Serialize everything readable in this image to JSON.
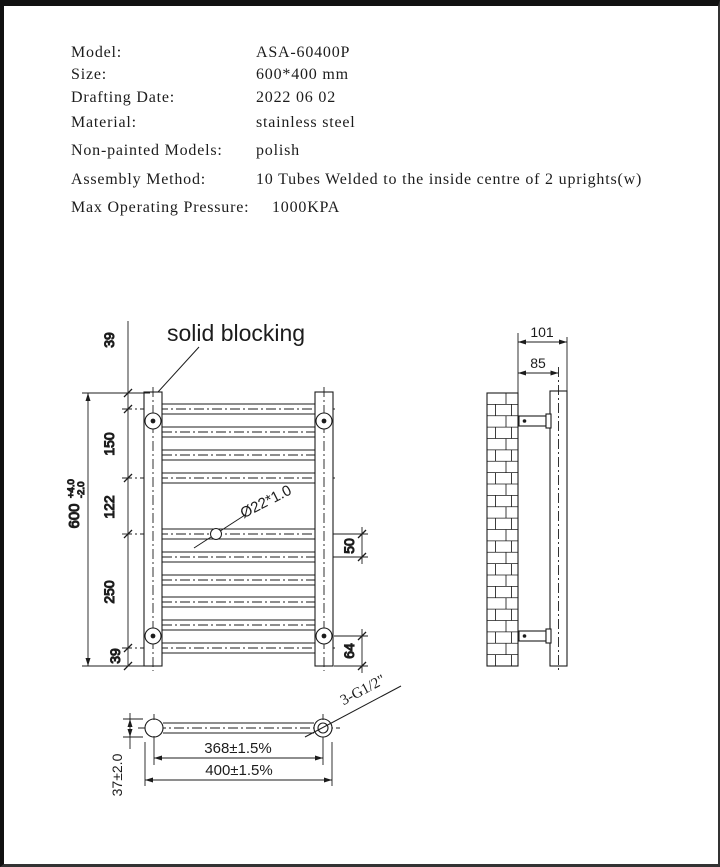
{
  "title_block": {
    "rows": [
      {
        "label": "Model:",
        "value": "ASA-60400P"
      },
      {
        "label": "Size:",
        "value": "600*400 mm"
      },
      {
        "label": "Drafting Date:",
        "value": "2022 06 02"
      },
      {
        "label": "Material:",
        "value": "stainless steel"
      },
      {
        "label": "Non-painted Models:",
        "value": "polish"
      },
      {
        "label": "Assembly Method:",
        "value": "10 Tubes Welded to the inside centre of 2 uprights(w)"
      },
      {
        "label": "Max Operating Pressure:",
        "value": "1000KPA"
      }
    ]
  },
  "front_view": {
    "callout": "solid blocking",
    "tube_spec": "Ø22*1.0",
    "dim_39_top": "39",
    "dim_150": "150",
    "dim_122": "122",
    "dim_250": "250",
    "dim_39_bottom": "39",
    "dim_600": "600",
    "dim_600_tol_plus": "+4.0",
    "dim_600_tol_minus": "-2.0",
    "dim_50": "50",
    "dim_64": "64"
  },
  "side_view": {
    "dim_101": "101",
    "dim_85": "85"
  },
  "bottom_view": {
    "thread_label": "3-G1/2\"",
    "dim_368": "368±1.5%",
    "dim_400": "400±1.5%",
    "dim_37": "37±2.0"
  },
  "colors": {
    "line": "#1c1c1c",
    "background": "#ffffff"
  }
}
